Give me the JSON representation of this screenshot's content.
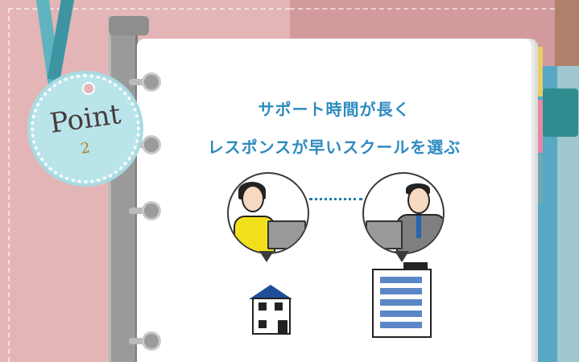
{
  "tag": {
    "title": "Point",
    "number": "2"
  },
  "headline": {
    "line1": "サポート時間が長く",
    "line2": "レスポンスが早いスクールを選ぶ"
  },
  "colors": {
    "headline": "#2d8bbf",
    "binder_left": "#e3b5b6",
    "binder_right": "#d29a9c",
    "tag": "#b9e5ea",
    "connector": "#1e7fb0"
  },
  "icons": {
    "student": "woman-with-laptop-icon",
    "mentor": "man-with-laptop-icon",
    "home": "house-icon",
    "office": "office-building-icon"
  }
}
